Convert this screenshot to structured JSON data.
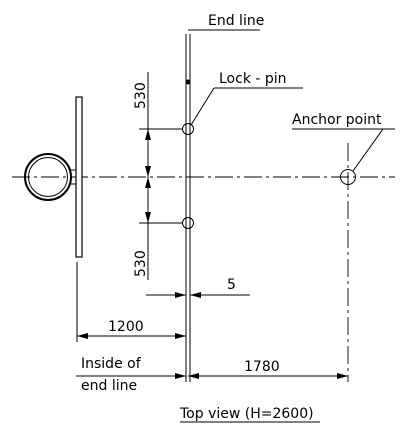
{
  "labels": {
    "end_line": "End line",
    "lock_pin": "Lock - pin",
    "anchor_point": "Anchor point",
    "inside_line1": "Inside of",
    "inside_line2": "end line",
    "caption": "Top view (H=2600)"
  },
  "dimensions": {
    "upper_spacing": "530",
    "lower_spacing": "530",
    "offset": "5",
    "backboard_to_end_line": "1200",
    "end_line_to_anchor": "1780"
  }
}
